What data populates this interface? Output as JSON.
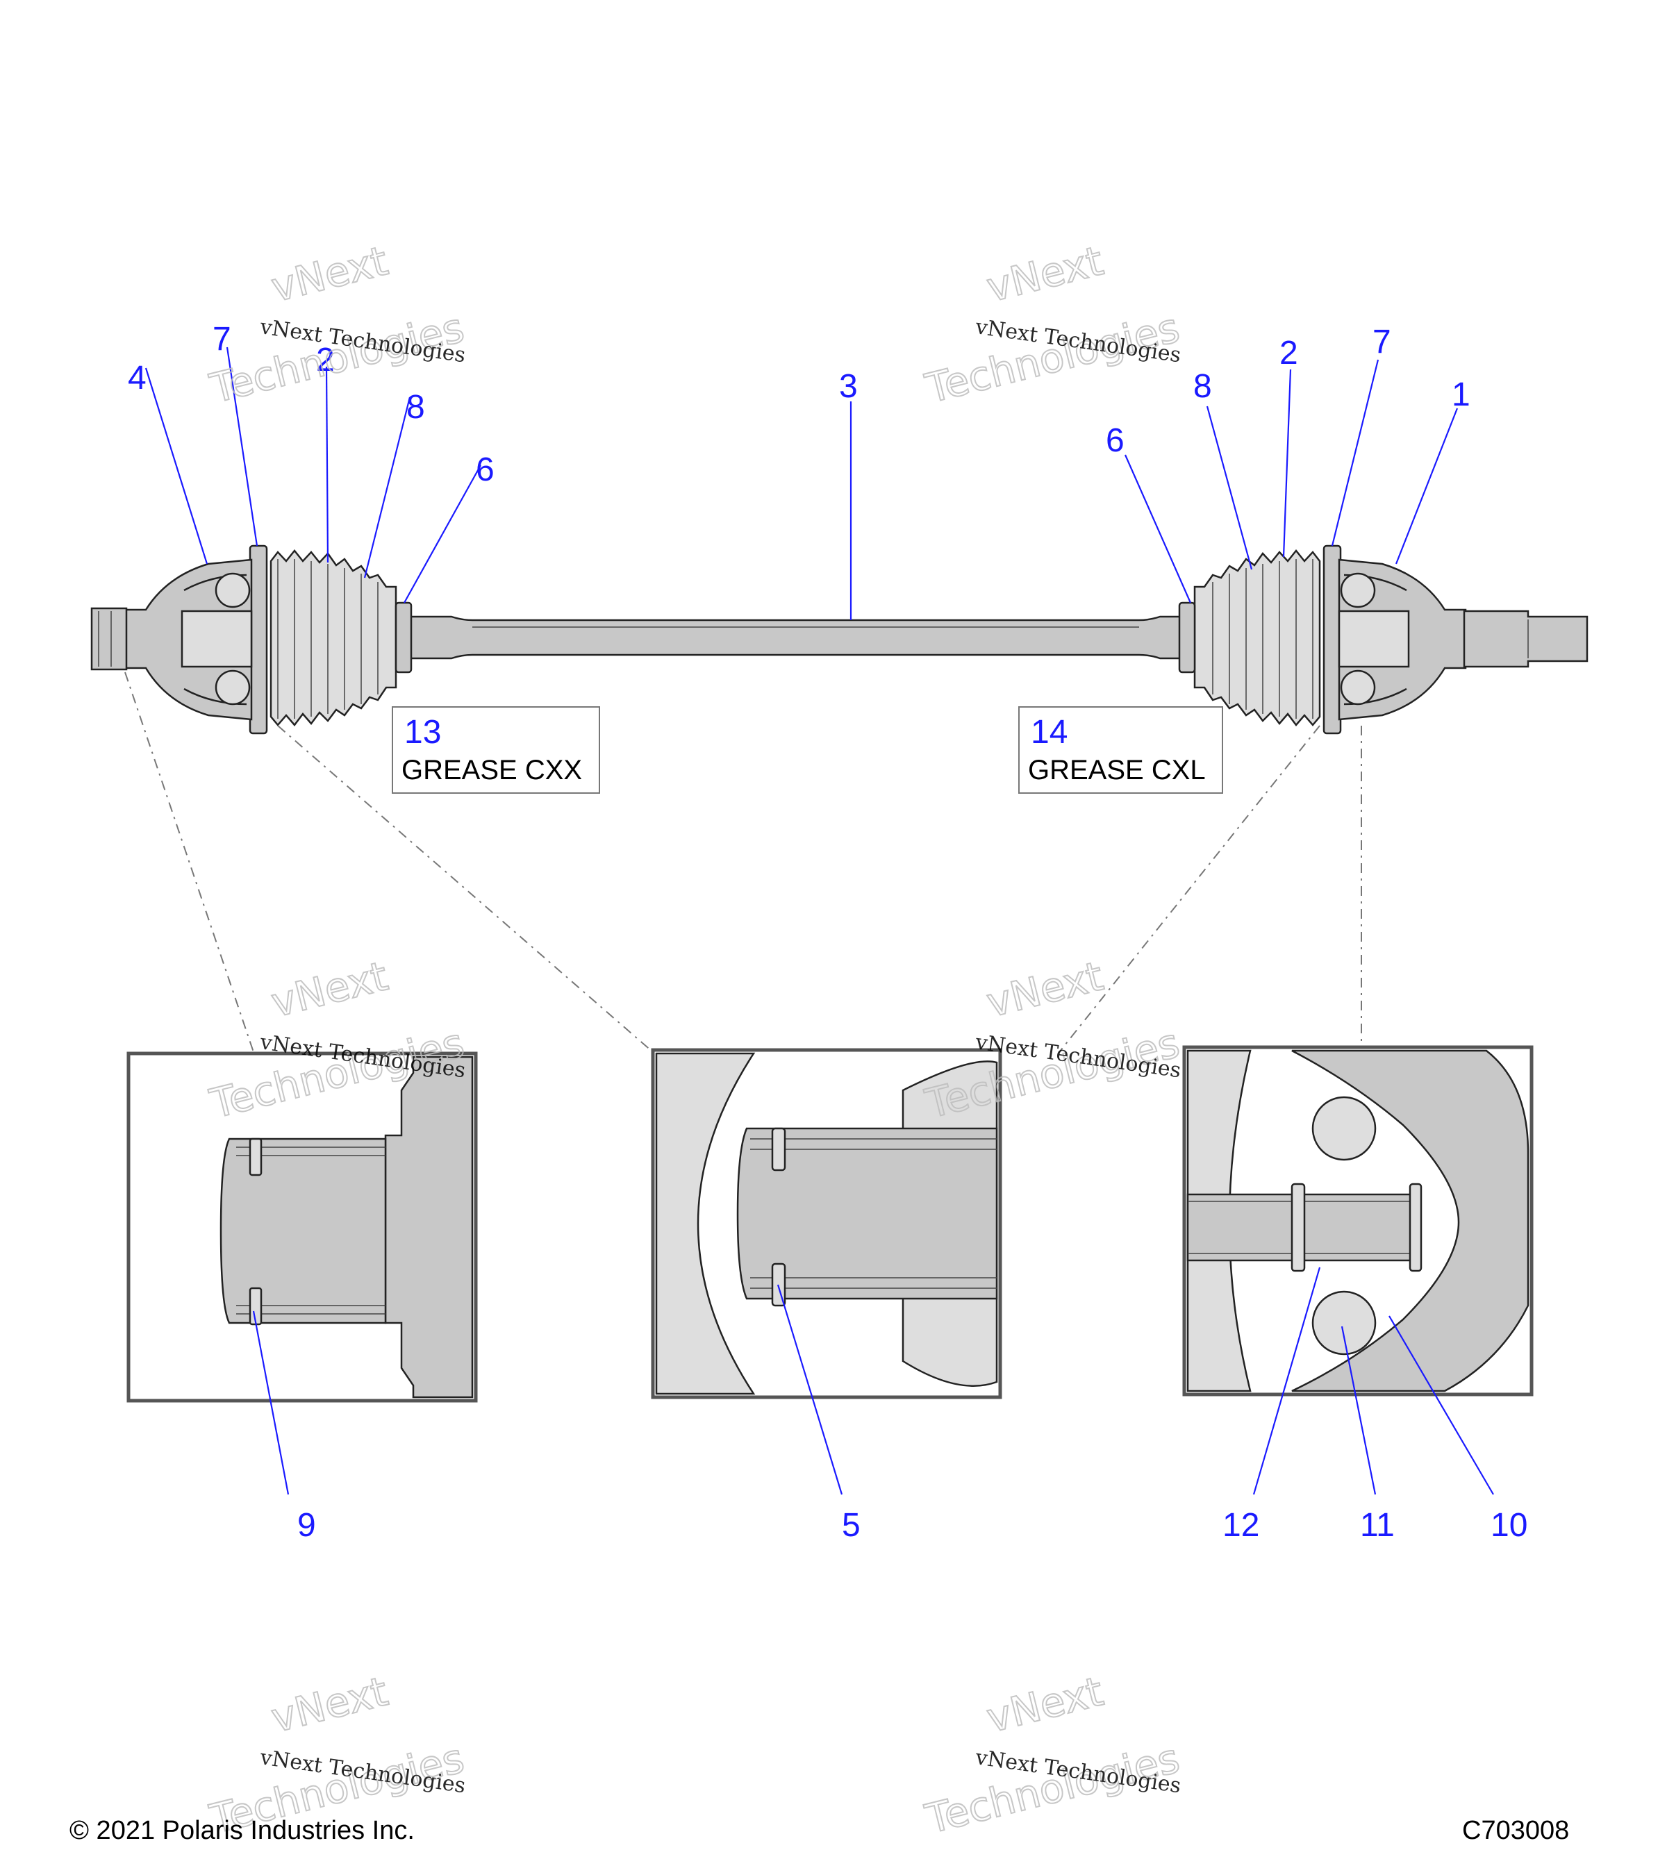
{
  "callouts": {
    "c1": "1",
    "c2_left": "2",
    "c2_right": "2",
    "c3": "3",
    "c4": "4",
    "c5": "5",
    "c6_left": "6",
    "c6_right": "6",
    "c7_left": "7",
    "c7_right": "7",
    "c8_left": "8",
    "c8_right": "8",
    "c9": "9",
    "c10": "10",
    "c11": "11",
    "c12": "12"
  },
  "notes": {
    "left": {
      "number": "13",
      "text": "GREASE CXX"
    },
    "right": {
      "number": "14",
      "text": "GREASE CXL"
    }
  },
  "footer": {
    "copyright": "© 2021 Polaris Industries Inc.",
    "code": "C703008"
  },
  "watermark": {
    "line1": "vNext Technologies",
    "line2": "vNext",
    "line3": "Technologies"
  },
  "colors": {
    "callout": "#1a1aff",
    "part_fill": "#c8c8c8"
  }
}
